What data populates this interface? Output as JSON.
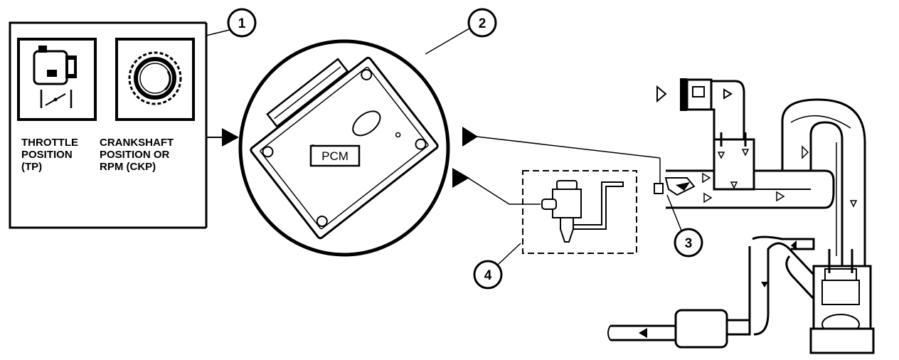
{
  "sensors": {
    "tp_label": [
      "THROTTLE",
      "POSITION",
      "(TP)"
    ],
    "ckp_label": [
      "CRANKSHAFT",
      "POSITION OR",
      "RPM (CKP)"
    ]
  },
  "pcm": {
    "label": "PCM"
  },
  "callouts": [
    "1",
    "2",
    "3",
    "4"
  ]
}
